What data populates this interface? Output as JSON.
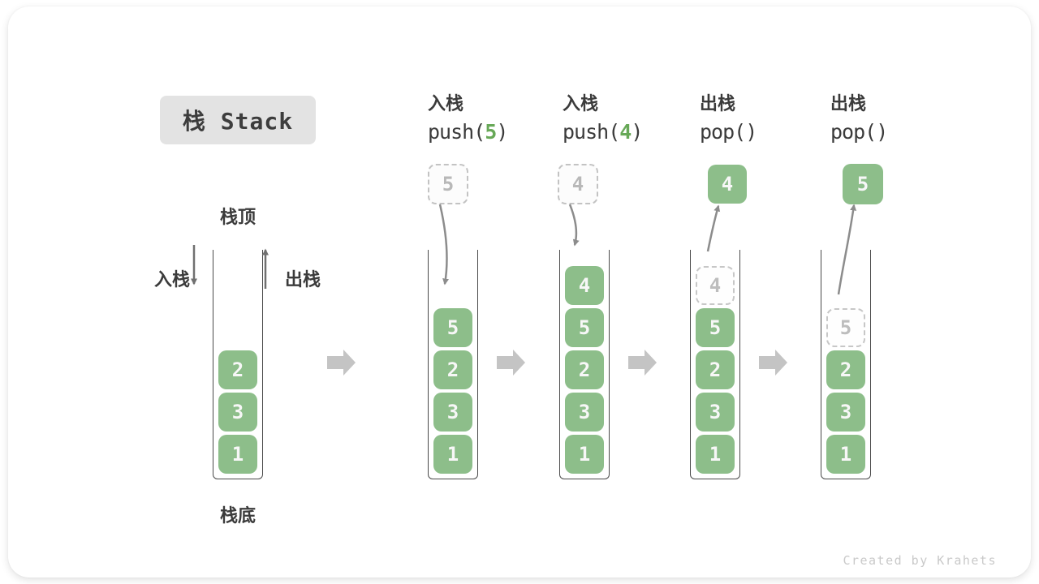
{
  "title": "栈 Stack",
  "watermark": "Created by Krahets",
  "diagram": {
    "stack_top_label": "栈顶",
    "stack_bottom_label": "栈底",
    "push_side_label": "入栈",
    "pop_side_label": "出栈"
  },
  "initial_stack": [
    "2",
    "3",
    "1"
  ],
  "steps": [
    {
      "op_label": "入栈",
      "code_prefix": "push(",
      "code_arg": "5",
      "code_suffix": ")",
      "floating_value": "5",
      "floating_style": "dashed",
      "stack": [
        "5",
        "2",
        "3",
        "1"
      ]
    },
    {
      "op_label": "入栈",
      "code_prefix": "push(",
      "code_arg": "4",
      "code_suffix": ")",
      "floating_value": "4",
      "floating_style": "dashed",
      "stack": [
        "4",
        "5",
        "2",
        "3",
        "1"
      ]
    },
    {
      "op_label": "出栈",
      "code_prefix": "pop(",
      "code_arg": "",
      "code_suffix": ")",
      "floating_value": "4",
      "floating_style": "solid",
      "ghost_value": "4",
      "stack": [
        "5",
        "2",
        "3",
        "1"
      ]
    },
    {
      "op_label": "出栈",
      "code_prefix": "pop(",
      "code_arg": "",
      "code_suffix": ")",
      "floating_value": "5",
      "floating_style": "solid",
      "ghost_value": "5",
      "stack": [
        "2",
        "3",
        "1"
      ]
    }
  ],
  "colors": {
    "cell_green": "#8dbe8a",
    "code_arg_green": "#67a857",
    "text_dark": "#3b3b3b",
    "ghost_gray": "#c7c7c7",
    "arrow_gray": "#8c8c8c",
    "block_arrow_gray": "#c4c4c4",
    "title_bg": "#e3e3e3",
    "watermark_gray": "#c9c9c9"
  }
}
